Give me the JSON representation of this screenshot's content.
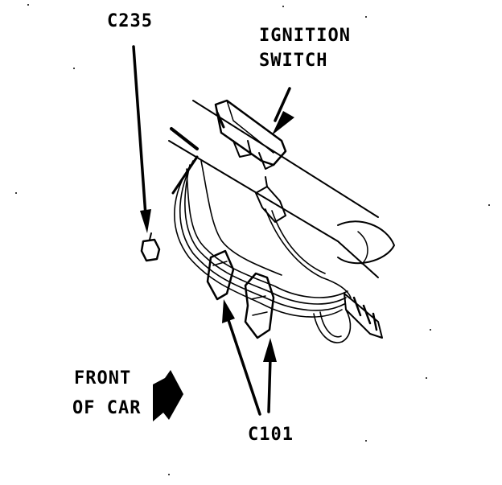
{
  "labels": {
    "c235": "C235",
    "ignition_line1": "IGNITION",
    "ignition_line2": "SWITCH",
    "front_line1": "FRONT",
    "front_line2": "OF CAR",
    "c101": "C101"
  },
  "colors": {
    "ink": "#000000",
    "paper": "#ffffff"
  }
}
